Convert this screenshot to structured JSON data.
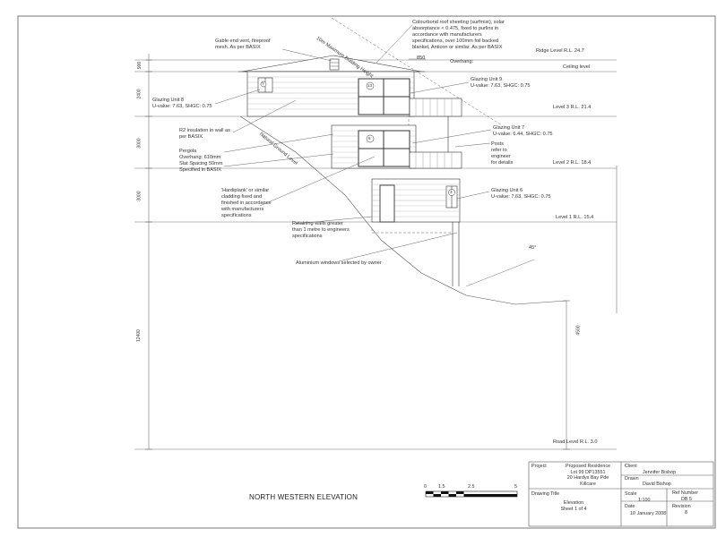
{
  "drawing": {
    "title": "NORTH WESTERN ELEVATION",
    "annotations": {
      "roof_sheeting": "Colourbond roof sheeting (surfmist), solar\nabsorptance < 0.475, fixed to purlins in\naccordance with manufacturers\nspecifications, over 100mm foil backed\nblanket, Anticon or similar. As per BASIX",
      "gable_vent": "Gable end vent, fireproof\nmesh. As per BASIX",
      "glazing_8": "Glazing Unit 8\nU-value: 7.63, SHGC: 0.75",
      "glazing_9": "Glazing Unit 9\nU-value: 7.63, SHGC: 0.75",
      "glazing_7": "Glazing Unit 7\nU-value: 6.44, SHGC: 0.75",
      "glazing_6": "Glazing Unit 6\nU-value: 7.63, SHGC: 0.75",
      "r2_insulation": "R2 insulation in wall as\nper BASIX",
      "pergola": "Pergola\nOverhang: 610mm\nSlat Spacing 50mm\nSpecified in BASIX",
      "posts": "Posts\nrefer to\nengineer\nfor details",
      "hardiplank": "'Hardiplank' or similar\ncladding fixed and\nfinished in accordance\nwith manufacturers\nspecifications",
      "retaining": "Retaining walls greater\nthan 1 metre to engineers\nspecifications",
      "windows_owner": "Aluminium windows selected by owner",
      "overhang": "Overhang:",
      "overhang_dim": "850",
      "max_height": "10m Maximum Building Height",
      "ground_level": "Natural Ground Level",
      "angle": "45°"
    },
    "levels": {
      "ridge": "Ridge Level  R.L. 24.7",
      "ceiling": "Ceiling level",
      "level3": "Level 3 R.L. 21.4",
      "level2": "Level 2 R.L. 18.4",
      "level1": "Level 1 R.L. 15.4",
      "road": "Road Level  R.L. 3.0"
    },
    "dimensions": {
      "d900": "900",
      "d2400": "2400",
      "d3000a": "3000",
      "d3000b": "3000",
      "d12400": "12400",
      "d4500": "4500"
    },
    "window_tags": [
      "13",
      "8",
      "3",
      "?"
    ],
    "scale_bar": {
      "ticks": [
        "0",
        "1.5",
        "2.5",
        "5"
      ]
    }
  },
  "title_block": {
    "project_label": "Project",
    "project_value": "Proposed Residence\nLot 99 DP13551\n20 Hardys Bay Pde\nKillcare",
    "client_label": "Client",
    "client_value": "Jennifer Bishop",
    "drawn_label": "Drawn",
    "drawn_value": "David Bishop",
    "drawing_title_label": "Drawing Title",
    "drawing_title_value": "Elevation\nSheet 1 of 4",
    "scale_label": "Scale",
    "scale_value": "1:100",
    "ref_label": "Ref Number",
    "ref_value": "DB 5",
    "date_label": "Date",
    "date_value": "10 January 2008",
    "revision_label": "Revision",
    "revision_value": "8"
  }
}
